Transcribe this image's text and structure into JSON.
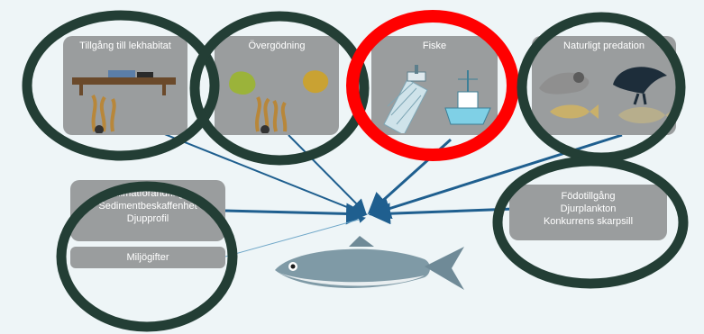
{
  "factors": {
    "spawning": {
      "title": "Tillgång till lekhabitat"
    },
    "eutrophication": {
      "title": "Övergödning"
    },
    "fishing": {
      "title": "Fiske"
    },
    "predation": {
      "title": "Naturligt predation"
    }
  },
  "left_box": {
    "lines": [
      "Klimatförändring",
      "Sedimentbeskaffenhet",
      "Djupprofil"
    ]
  },
  "toxins_box": {
    "label": "Miljögifter"
  },
  "right_box": {
    "lines": [
      "Födotillgång",
      "Djurplankton",
      "Konkurrens skarpsill"
    ]
  },
  "colors": {
    "box_fill": "#9a9d9e",
    "arrow": "#1f5f8f",
    "ring_dark": "#233e35",
    "ring_highlight": "#ff0000",
    "background": "#eef5f7"
  },
  "icons": [
    "spawning-habitat-icon",
    "algae-icon",
    "seaweed-icon",
    "fishing-net-icon",
    "fishing-boat-icon",
    "seal-icon",
    "cormorant-icon",
    "cod-icon",
    "herring-icon"
  ]
}
